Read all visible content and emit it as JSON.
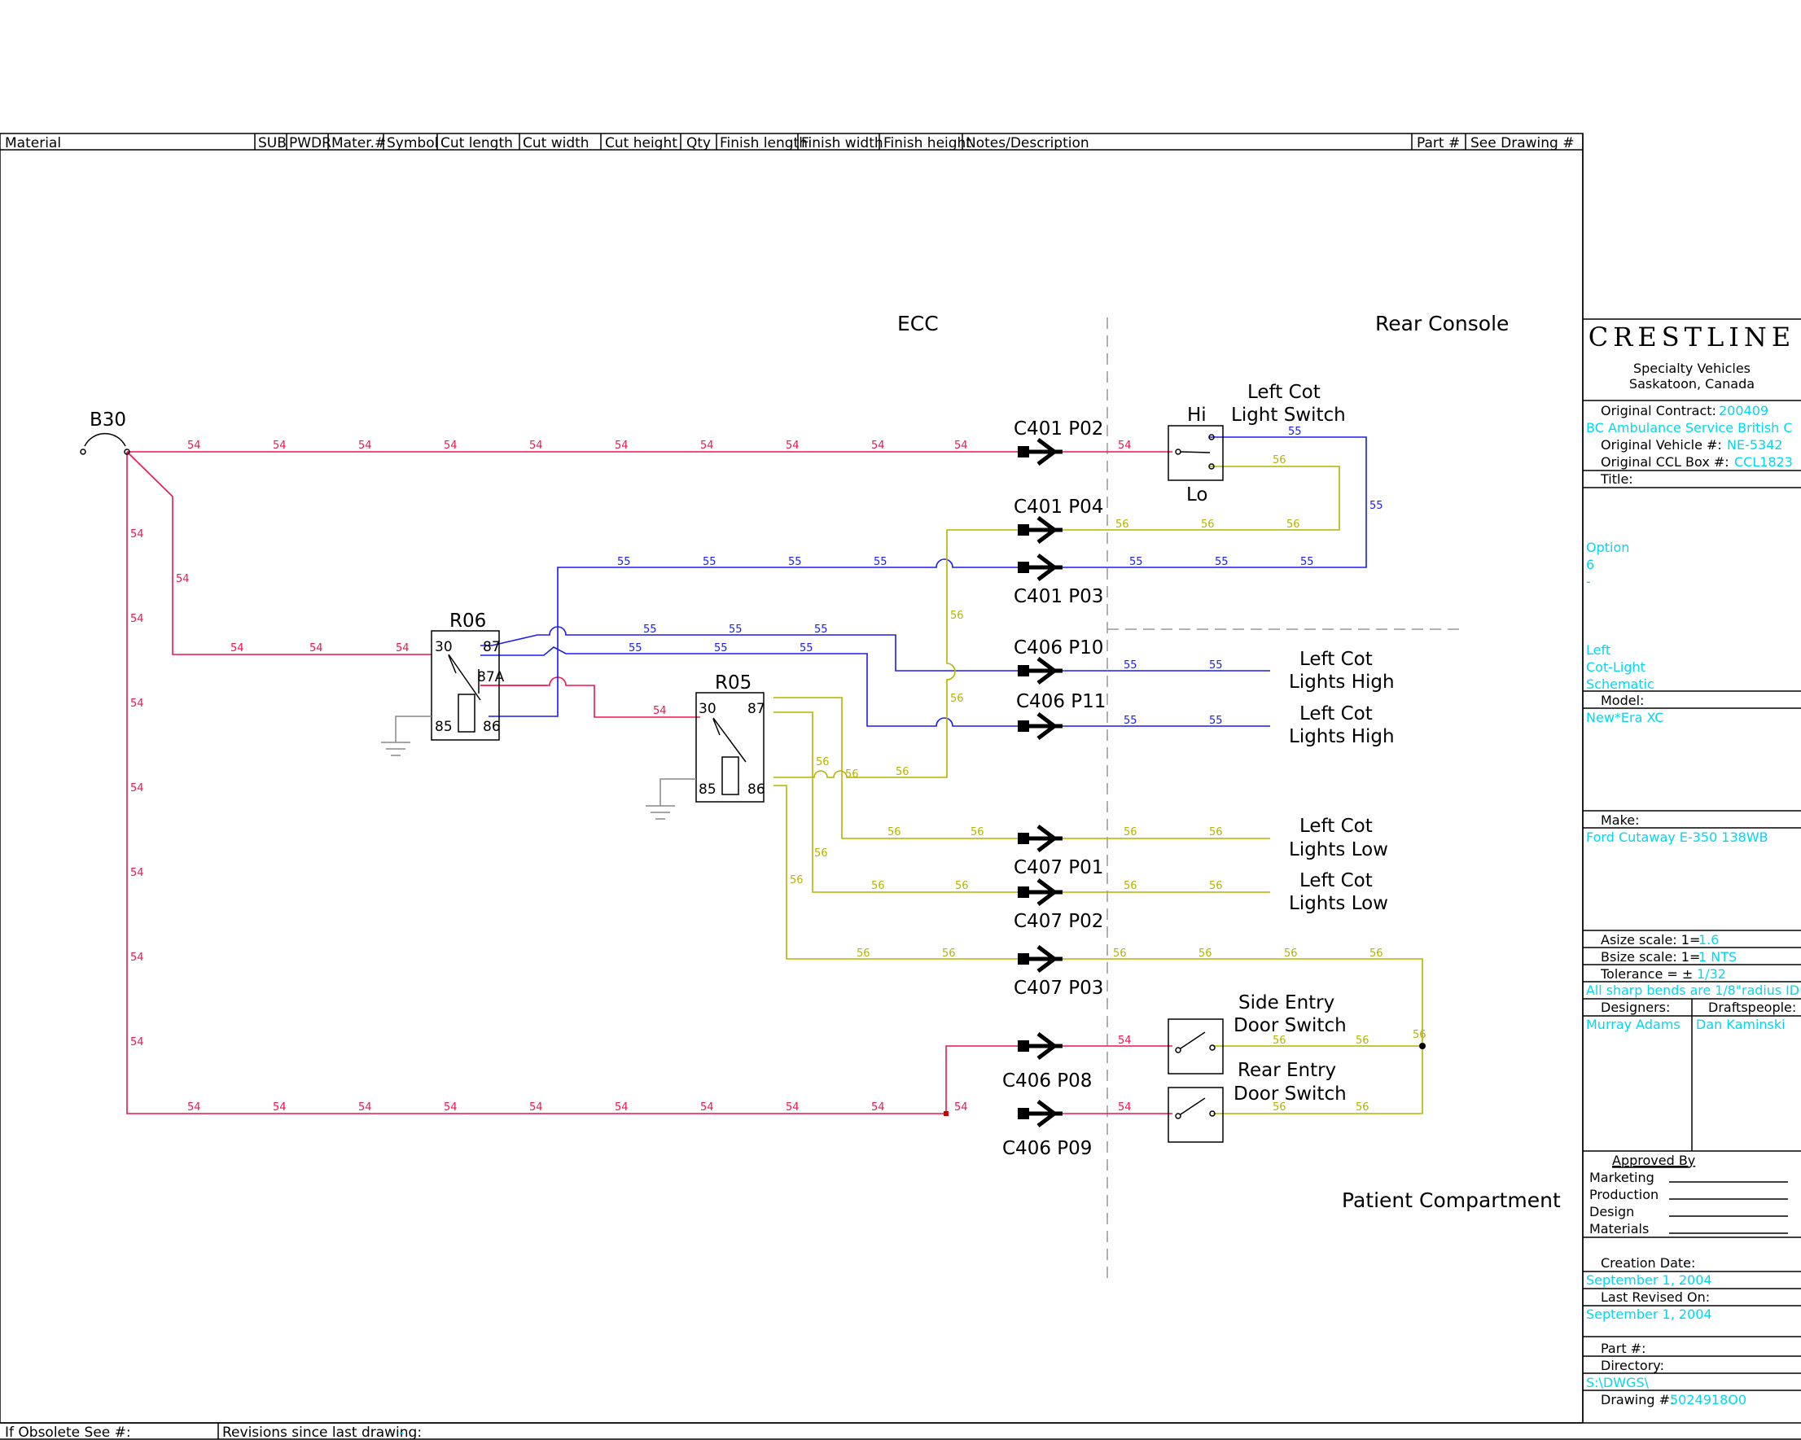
{
  "header": {
    "columns": [
      "Material",
      "SUB",
      "PWDR",
      "Mater.#",
      "Symbol",
      "Cut length",
      "Cut width",
      "Cut height",
      "Qty",
      "Finish length",
      "Finish width",
      "Finish height",
      "Notes/Description",
      "Part #",
      "See Drawing #"
    ]
  },
  "footer": {
    "obsolete_label": "If Obsolete See #:",
    "revisions_label": "Revisions since last drawing:",
    "revisions_value": "-"
  },
  "zones": {
    "ecc": "ECC",
    "rear_console": "Rear Console",
    "patient_compartment": "Patient Compartment"
  },
  "components": {
    "b30": "B30",
    "r06": "R06",
    "r05": "R05",
    "left_cot_light_switch": [
      "Left Cot",
      "Light Switch"
    ],
    "hi": "Hi",
    "lo": "Lo",
    "side_entry_door_switch": [
      "Side Entry",
      "Door Switch"
    ],
    "rear_entry_door_switch": [
      "Rear Entry",
      "Door Switch"
    ]
  },
  "relay_pins": {
    "r06": [
      "30",
      "87",
      "87A",
      "85",
      "86"
    ],
    "r05": [
      "30",
      "87",
      "85",
      "86"
    ]
  },
  "connectors": [
    "C401 P02",
    "C401 P04",
    "C401 P03",
    "C406 P10",
    "C406 P11",
    "C407 P01",
    "C407 P02",
    "C407 P03",
    "C406 P08",
    "C406 P09"
  ],
  "loads": {
    "high_1": [
      "Left Cot",
      "Lights High"
    ],
    "high_2": [
      "Left Cot",
      "Lights High"
    ],
    "low_1": [
      "Left Cot",
      "Lights Low"
    ],
    "low_2": [
      "Left Cot",
      "Lights Low"
    ]
  },
  "wire_numbers": {
    "w54": "54",
    "w55": "55",
    "w56": "56"
  },
  "wire_colors": {
    "w54": "#f0144c",
    "w55": "#1c1cf0",
    "w56": "#b4b400"
  },
  "title_block": {
    "company": "CRESTLINE",
    "company_sub": [
      "Specialty Vehicles",
      "Saskatoon, Canada"
    ],
    "original_contract_label": "Original Contract:",
    "original_contract_value": "200409",
    "customer": "BC Ambulance Service British C",
    "original_vehicle_label": "Original Vehicle #:",
    "original_vehicle_value": "NE-5342",
    "original_ccl_label": "Original CCL Box #:",
    "original_ccl_value": "CCL1823",
    "title_label": "Title:",
    "title_lines": [
      "Option",
      "6",
      "-",
      "",
      "Left",
      "Cot-Light",
      "Schematic"
    ],
    "model_label": "Model:",
    "model_value": "New*Era XC",
    "make_label": "Make:",
    "make_value": "Ford Cutaway E-350 138WB",
    "asize_label": "Asize scale:  1=",
    "asize_value": "1.6",
    "bsize_label": "Bsize scale:  1=",
    "bsize_value": "1   NTS",
    "tolerance_label": "Tolerance = ±",
    "tolerance_value": "1/32",
    "bends_note": "All sharp bends are 1/8\"radius ID",
    "designers_label": "Designers:",
    "draftspeople_label": "Draftspeople:",
    "designer": "Murray Adams",
    "draftsperson": "Dan Kaminski",
    "approved_by": "Approved By",
    "approvers": [
      "Marketing",
      "Production",
      "Design",
      "Materials"
    ],
    "creation_date_label": "Creation Date:",
    "creation_date": "September 1, 2004",
    "last_revised_label": "Last Revised On:",
    "last_revised": "September 1, 2004",
    "part_label": "Part #:",
    "directory_label": "Directory:",
    "directory_value": "S:\\DWGS\\",
    "drawing_label": "Drawing #:",
    "drawing_value": "5024918O0"
  }
}
